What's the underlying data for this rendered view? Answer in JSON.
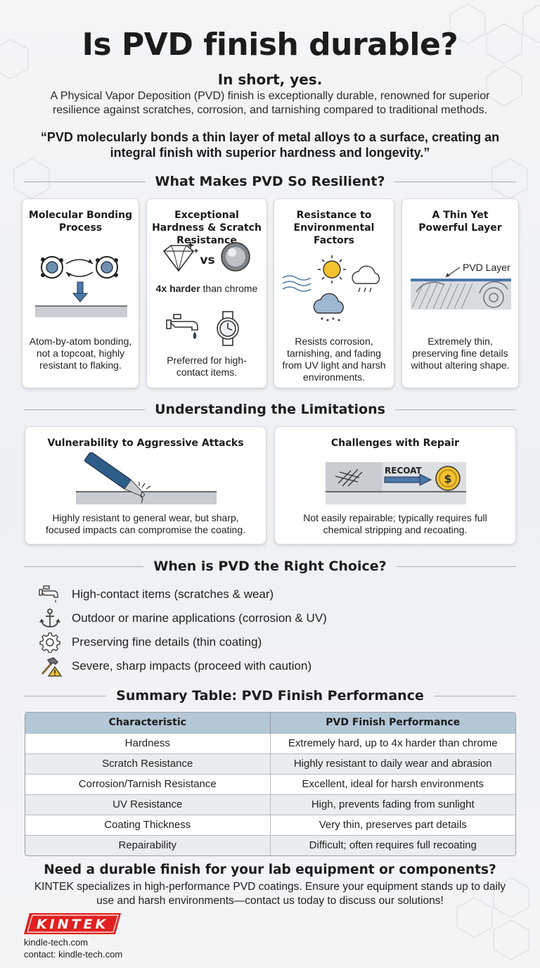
{
  "title": "Is PVD finish durable?",
  "short_answer": "In short, yes.",
  "intro": "A Physical Vapor Deposition (PVD) finish is exceptionally durable, renowned for superior resilience against scratches, corrosion, and tarnishing compared to traditional methods.",
  "quote": "“PVD molecularly bonds a thin layer of metal alloys to a surface, creating an integral finish with superior hardness and longevity.”",
  "resilience": {
    "heading": "What Makes PVD So Resilient?",
    "cards": [
      {
        "title": "Molecular Bonding Process",
        "text": "Atom-by-atom bonding, not a topcoat, highly resistant to flaking."
      },
      {
        "title": "Exceptional Hardness & Scratch Resistance",
        "vs": "vs",
        "compare_bold": "4x harder",
        "compare_rest": " than chrome",
        "text": "Preferred for high-contact items."
      },
      {
        "title": "Resistance to Environmental Factors",
        "text": "Resists corrosion, tarnishing, and fading from UV light and harsh environments."
      },
      {
        "title": "A Thin Yet Powerful Layer",
        "layer_label": "PVD Layer",
        "text": "Extremely thin, preserving fine details without altering shape."
      }
    ]
  },
  "limitations": {
    "heading": "Understanding the Limitations",
    "cards": [
      {
        "title": "Vulnerability to Aggressive Attacks",
        "text": "Highly resistant to general wear, but sharp, focused impacts can compromise the coating."
      },
      {
        "title": "Challenges with Repair",
        "recoat_label": "RECOAT",
        "text": "Not easily repairable; typically requires full chemical stripping and recoating."
      }
    ]
  },
  "when": {
    "heading": "When is PVD the Right Choice?",
    "items": [
      {
        "icon": "faucet-icon",
        "label": "High-contact items (scratches & wear)"
      },
      {
        "icon": "anchor-icon",
        "label": "Outdoor or marine applications (corrosion & UV)"
      },
      {
        "icon": "gear-icon",
        "label": "Preserving fine details (thin coating)"
      },
      {
        "icon": "hammer-warning-icon",
        "label": "Severe, sharp impacts (proceed with caution)"
      }
    ]
  },
  "summary": {
    "heading": "Summary Table: PVD Finish Performance",
    "columns": [
      "Characteristic",
      "PVD Finish Performance"
    ],
    "rows": [
      [
        "Hardness",
        "Extremely hard, up to 4x harder than chrome"
      ],
      [
        "Scratch Resistance",
        "Highly resistant to daily wear and abrasion"
      ],
      [
        "Corrosion/Tarnish Resistance",
        "Excellent, ideal for harsh environments"
      ],
      [
        "UV Resistance",
        "High, prevents fading from sunlight"
      ],
      [
        "Coating Thickness",
        "Very thin, preserves part details"
      ],
      [
        "Repairability",
        "Difficult; often requires full recoating"
      ]
    ]
  },
  "cta": {
    "title": "Need a durable finish for your lab equipment or components?",
    "text": "KINTEK specializes in high-performance PVD coatings. Ensure your equipment stands up to daily use and harsh environments—contact us today to discuss our solutions!"
  },
  "brand": {
    "logo_text": "KINTEK",
    "logo_color": "#e02020",
    "website": "kindle-tech.com",
    "contact": "contact: kindle-tech.com"
  },
  "colors": {
    "table_header": "#b3c7d6",
    "table_alt_row": "#e9edf0",
    "accent_blue": "#4a78a8",
    "coin_gold": "#f2c12e"
  }
}
